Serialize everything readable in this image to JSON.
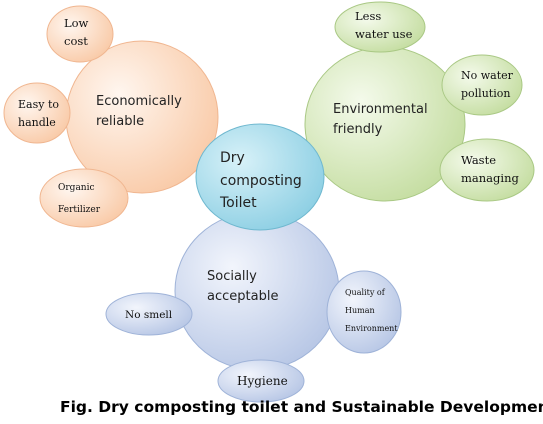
{
  "center": {
    "label": [
      "Dry",
      "composting",
      "Toilet"
    ]
  },
  "pillars": {
    "economic": {
      "label": [
        "Economically",
        "reliable"
      ]
    },
    "environmental": {
      "label": [
        "Environmental",
        "friendly"
      ]
    },
    "social": {
      "label": [
        "Socially",
        "acceptable"
      ]
    }
  },
  "satellites": {
    "low_cost": [
      "Low",
      "cost"
    ],
    "easy_to_handle": [
      "Easy to",
      "handle"
    ],
    "organic_fertilizer": [
      "Organic",
      "Fertilizer"
    ],
    "less_water_use": [
      "Less",
      "water use"
    ],
    "no_water_pollution": [
      "No water",
      "pollution"
    ],
    "waste_managing": [
      "Waste",
      "managing"
    ],
    "no_smell": [
      "No smell"
    ],
    "quality_of_human_environment": [
      "Quality of",
      "Human",
      "Environment"
    ],
    "hygiene": [
      "Hygiene"
    ]
  },
  "caption": "Fig. Dry composting toilet and Sustainable Development",
  "colors": {
    "economic": "#fad2b8",
    "environmental": "#d2e6b4",
    "social": "#c8d4ec",
    "center": "#a6dcea"
  }
}
